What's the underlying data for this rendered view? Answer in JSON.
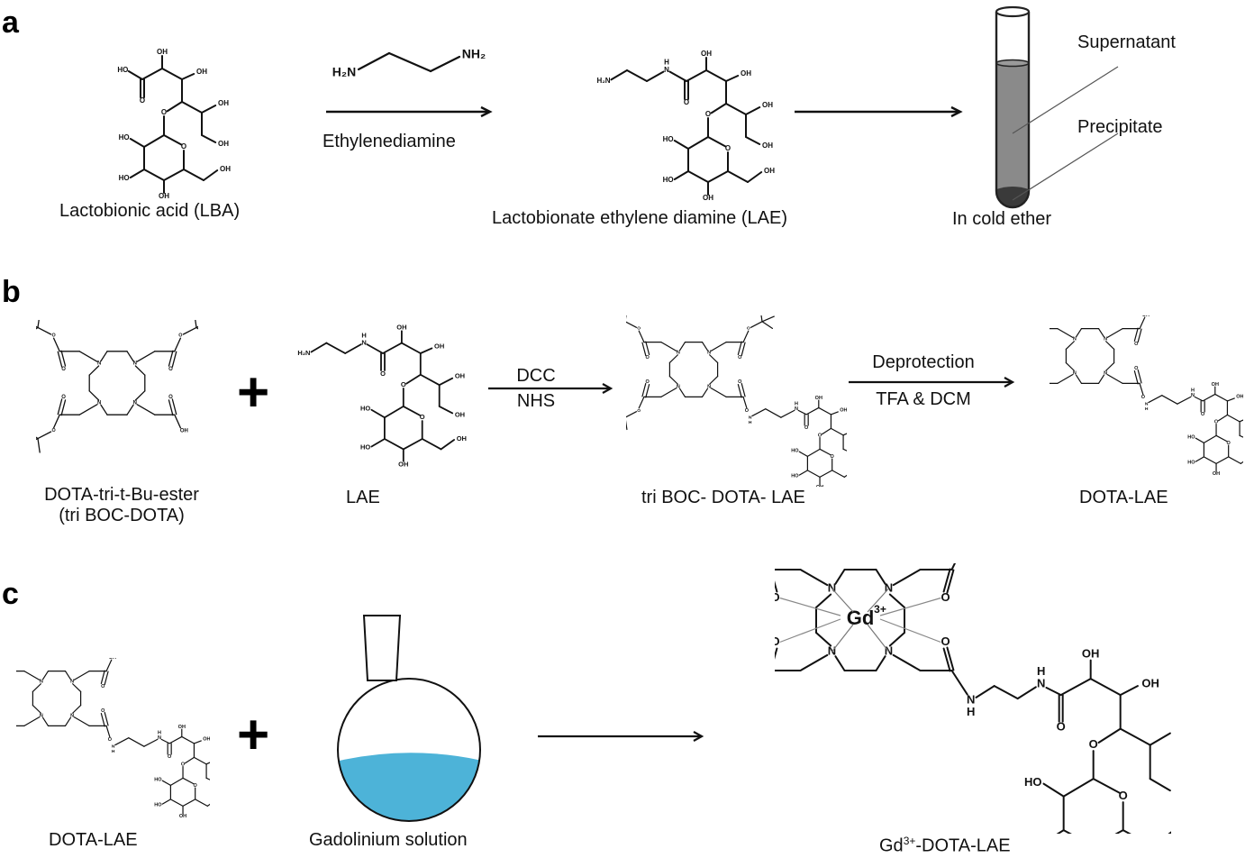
{
  "figure": {
    "panels": [
      {
        "letter": "a",
        "compounds": {
          "lba": {
            "name": "Lactobionic acid (LBA)"
          },
          "lae": {
            "name": "Lactobionate ethylene diamine (LAE)"
          }
        },
        "reagent": {
          "name": "Ethylenediamine",
          "left_group": "H₂N",
          "right_group": "NH₂"
        },
        "test_tube": {
          "caption": "In cold ether",
          "labels": {
            "supernatant": "Supernatant",
            "precipitate": "Precipitate"
          },
          "colors": {
            "supernatant": "#8a8a8a",
            "precipitate": "#3a3a3a"
          }
        }
      },
      {
        "letter": "b",
        "plus": "+",
        "compounds": {
          "tri_boc_dota": {
            "name_line1": "DOTA-tri-t-Bu-ester",
            "name_line2": "(tri BOC-DOTA)"
          },
          "lae": {
            "name": "LAE"
          },
          "tri_boc_dota_lae": {
            "name": "tri BOC- DOTA- LAE"
          },
          "dota_lae": {
            "name": "DOTA-LAE"
          }
        },
        "step1": {
          "above": "DCC",
          "below": "NHS"
        },
        "step2": {
          "above": "Deprotection",
          "below": "TFA & DCM"
        }
      },
      {
        "letter": "c",
        "plus": "+",
        "compounds": {
          "dota_lae": {
            "name": "DOTA-LAE"
          },
          "gadolinium": {
            "name": "Gadolinium solution"
          },
          "product": {
            "name_prefix": "Gd",
            "name_sup": "3+",
            "name_suffix": "-DOTA-LAE",
            "metal": "Gd",
            "metal_charge": "3+"
          }
        },
        "solution_color": "#4db3d8"
      }
    ],
    "atom_labels": {
      "oh": "OH",
      "ho": "HO",
      "o": "O",
      "n": "N",
      "h": "H",
      "nh": "H",
      "h2n": "H₂N"
    }
  }
}
